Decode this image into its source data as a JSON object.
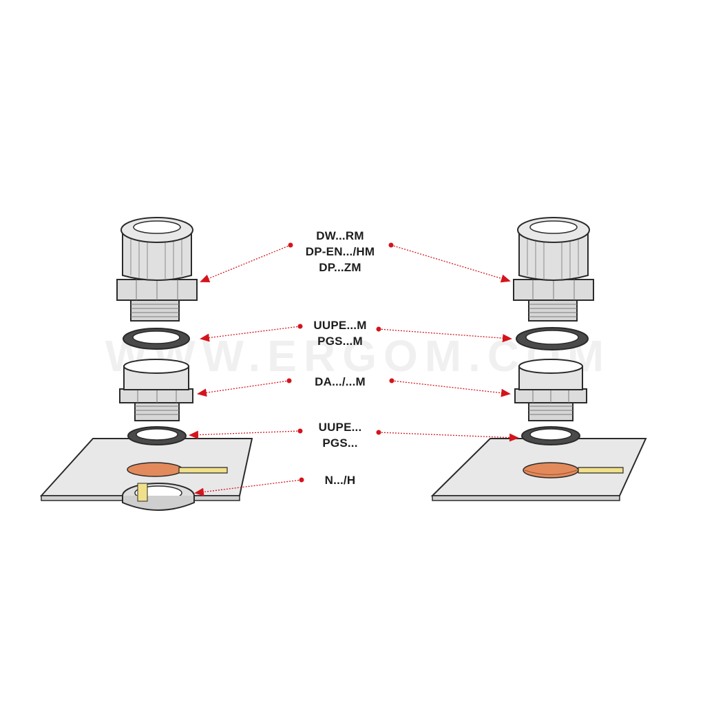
{
  "labels": {
    "cable_gland": [
      "DW...RM",
      "DP-EN.../HM",
      "DP...ZM"
    ],
    "seal_ring_upper": [
      "UUPE...M",
      "PGS...M"
    ],
    "adapter": [
      "DA.../...M"
    ],
    "seal_ring_lower": [
      "UUPE...",
      "PGS..."
    ],
    "nut": [
      "N.../H"
    ]
  },
  "watermark": "WWW.ERGOM.COM",
  "colors": {
    "arrow": "#d4141c",
    "outline": "#2a2a2a",
    "body_fill": "#dcdcdc",
    "plate_fill": "#e8e8e8",
    "seal_fill": "#4a4a4a",
    "copper": "#e28a5c",
    "plate_edge": "#f0e08a"
  }
}
